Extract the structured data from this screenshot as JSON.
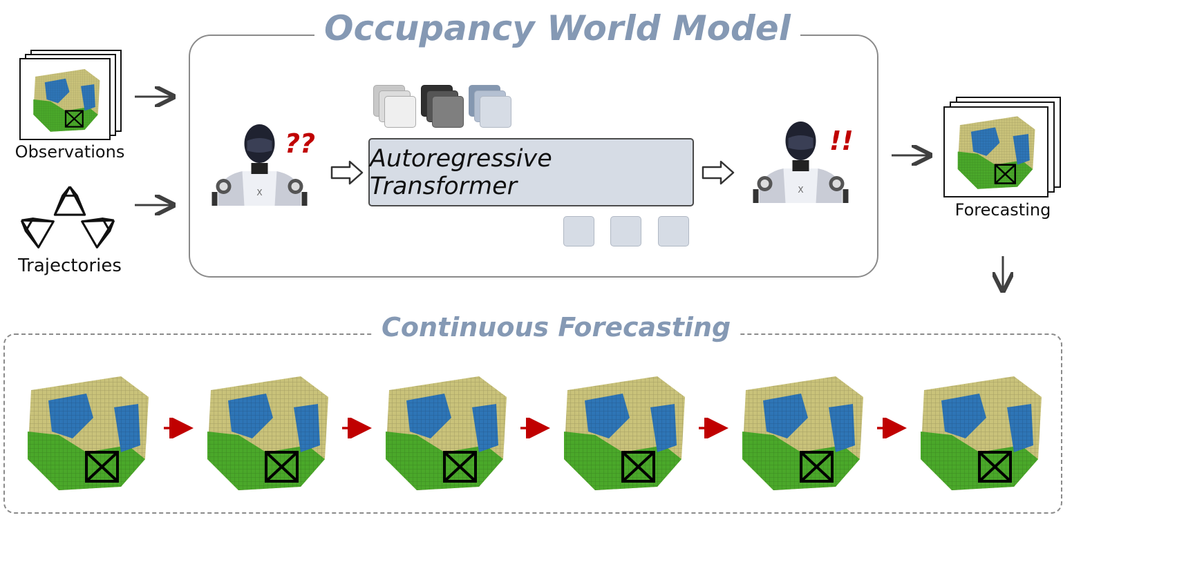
{
  "title": "Occupancy World Model",
  "transformer_label": "Autoregressive Transformer",
  "inputs": {
    "observations_label": "Observations",
    "trajectories_label": "Trajectories"
  },
  "output": {
    "forecasting_label": "Forecasting"
  },
  "bottom": {
    "title": "Continuous Forecasting",
    "frame_count": 6
  },
  "robot_marks": {
    "before": "??",
    "after": "!!"
  },
  "colors": {
    "title": "#8599b4",
    "transformer_fill": "#d6dce5",
    "token_gray_light": "#ececec",
    "token_gray_dark": "#7f7f7f",
    "token_blue": "#d6dce5",
    "arrow_red": "#c00000",
    "voxel_yellow": "#c9c27a",
    "voxel_blue": "#2e75b6",
    "voxel_green": "#4aa82a",
    "voxel_lightblue": "#a9c8d8"
  },
  "icons": [
    "camera-frustum-icon",
    "robot-icon",
    "hollow-arrow-icon",
    "occupancy-voxel-icon"
  ]
}
